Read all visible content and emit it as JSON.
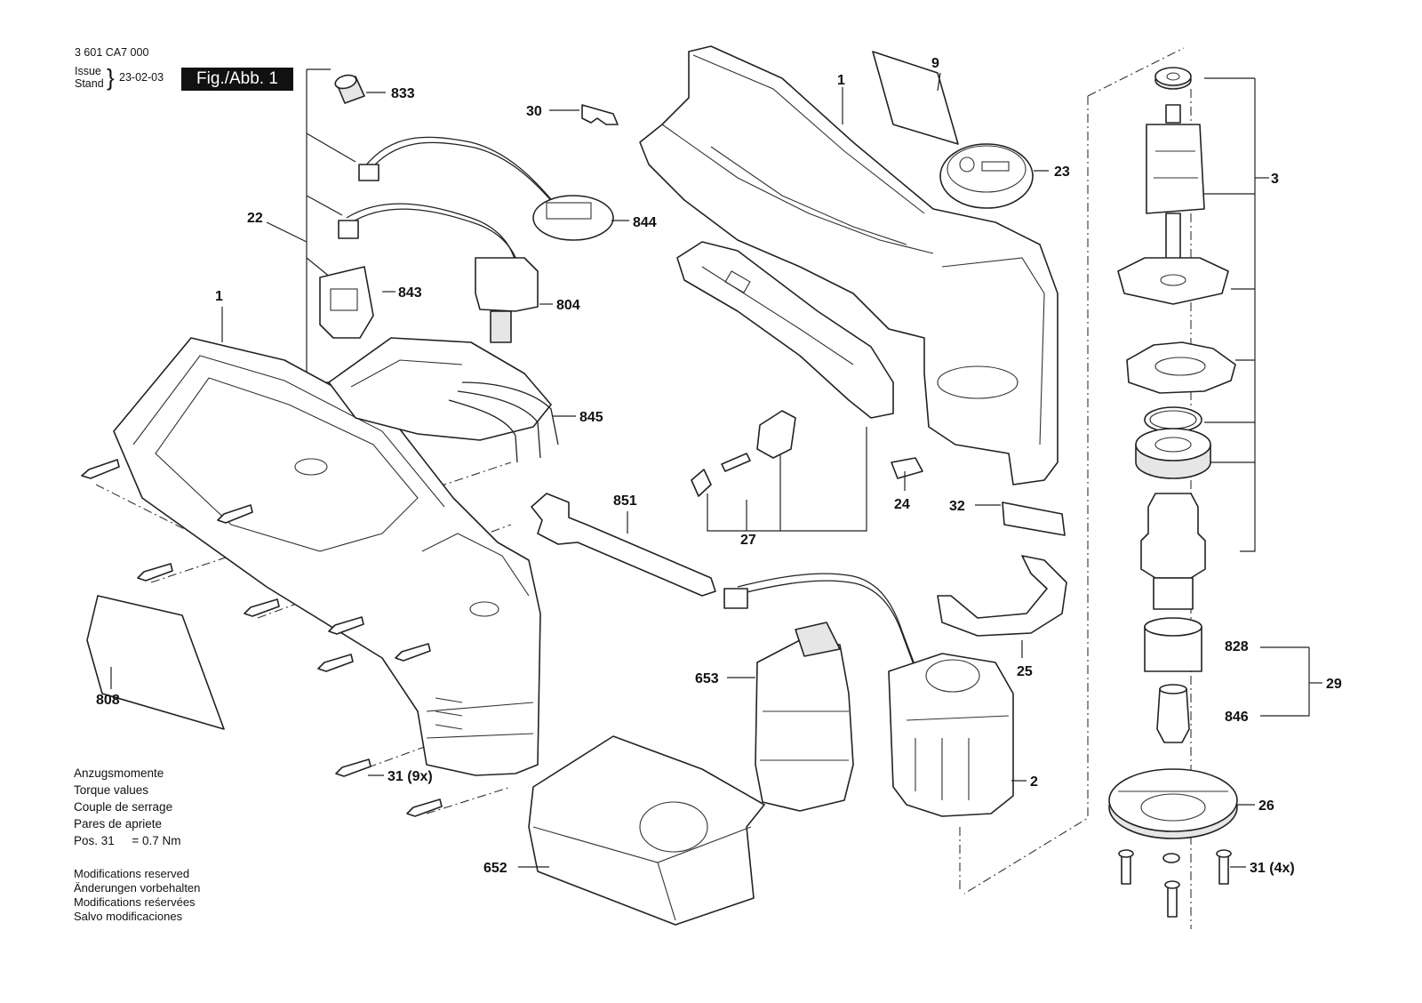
{
  "header": {
    "doc_number": "3 601 CA7 000",
    "issue_label": "Issue",
    "stand_label": "Stand",
    "date": "23-02-03",
    "figure_label": "Fig./Abb. 1"
  },
  "torque_notes": {
    "line1": "Anzugsmomente",
    "line2": "Torque values",
    "line3": "Couple de serrage",
    "line4": "Pares de apriete",
    "pos_label": "Pos. 31",
    "pos_value": "= 0.7 Nm"
  },
  "modification_notes": {
    "line1": "Modifications reserved",
    "line2": "Änderungen vorbehalten",
    "line3": "Modifications reśervées",
    "line4": "Salvo modificaciones"
  },
  "part_labels": {
    "p833": "833",
    "p30": "30",
    "p9": "9",
    "p1_right": "1",
    "p23": "23",
    "p3": "3",
    "p22": "22",
    "p844": "844",
    "p843": "843",
    "p804": "804",
    "p1_left": "1",
    "p845": "845",
    "p24": "24",
    "p32": "32",
    "p27": "27",
    "p851": "851",
    "p25": "25",
    "p808": "808",
    "p653": "653",
    "p828": "828",
    "p29": "29",
    "p846": "846",
    "p31_9x": "31 (9x)",
    "p2": "2",
    "p26": "26",
    "p652": "652",
    "p31_4x": "31 (4x)"
  }
}
